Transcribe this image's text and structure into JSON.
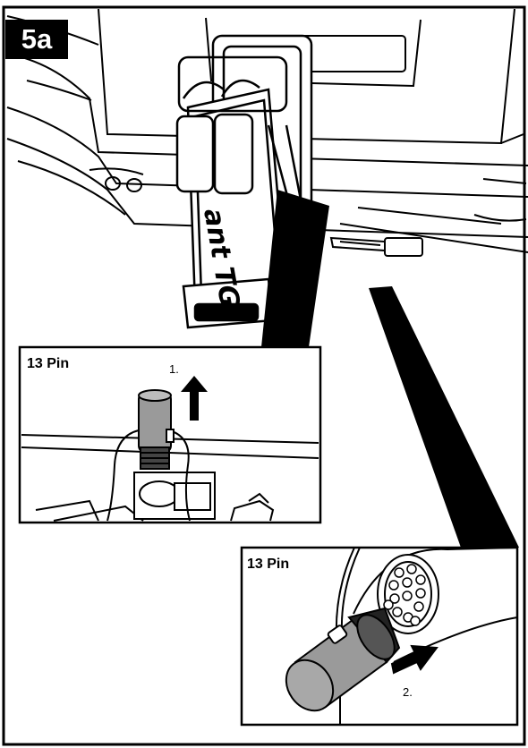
{
  "step_badge": "5a",
  "inset_left": {
    "title": "13 Pin",
    "step": "1."
  },
  "inset_right": {
    "title": "13 Pin",
    "step": "2."
  },
  "carrier_brand_fragment": "ant TG",
  "colors": {
    "ink": "#000000",
    "grey_connector": "#9a9a9a",
    "paper": "#ffffff"
  }
}
